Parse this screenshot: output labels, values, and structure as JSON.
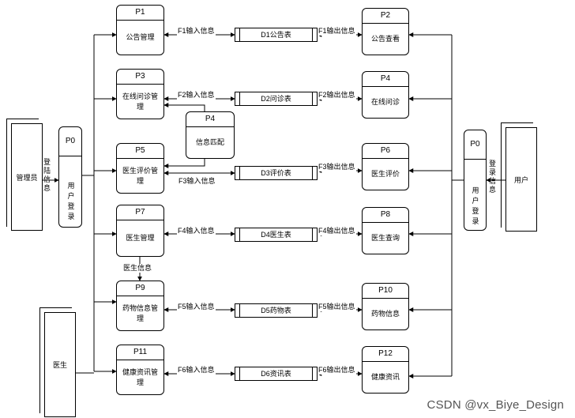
{
  "processes": {
    "p1": {
      "id": "P1",
      "name": "公告管理"
    },
    "p2": {
      "id": "P2",
      "name": "公告查看"
    },
    "p3": {
      "id": "P3",
      "name": "在线问诊管理"
    },
    "p4r": {
      "id": "P4",
      "name": "在线问诊"
    },
    "p4m": {
      "id": "P4",
      "name": "信息匹配"
    },
    "p5": {
      "id": "P5",
      "name": "医生评价管理"
    },
    "p6": {
      "id": "P6",
      "name": "医生评价"
    },
    "p7": {
      "id": "P7",
      "name": "医生管理"
    },
    "p8": {
      "id": "P8",
      "name": "医生查询"
    },
    "p9": {
      "id": "P9",
      "name": "药物信息管理"
    },
    "p10": {
      "id": "P10",
      "name": "药物信息"
    },
    "p11": {
      "id": "P11",
      "name": "健康资讯管理"
    },
    "p12": {
      "id": "P12",
      "name": "健康资讯"
    },
    "p0left": {
      "id": "P0",
      "name": "用户登录"
    },
    "p0right": {
      "id": "P0",
      "name": "用户登录"
    }
  },
  "stores": {
    "d1": "D1公告表",
    "d2": "D2问诊表",
    "d3": "D3评价表",
    "d4": "D4医生表",
    "d5": "D5药物表",
    "d6": "D6资讯表"
  },
  "entities": {
    "admin": "管理员",
    "user": "用户",
    "doctor": "医生"
  },
  "flows": {
    "f1in": "F1输入信息",
    "f1out": "F1输出信息",
    "f2in": "F2输入信息",
    "f2out": "F2输出信息",
    "f3in": "F3输入信息",
    "f3out": "F3输出信息",
    "f4in": "F4输入信息",
    "f4out": "F4输出信息",
    "f5in": "F5输入信息",
    "f5out": "F5输出信息",
    "f6in": "F6输入信息",
    "f6out": "F6输出信息",
    "login_left": "登陆信息",
    "login_right": "登录信息",
    "doctor_info": "医生信息"
  },
  "watermark": "CSDN @vx_Biye_Design"
}
